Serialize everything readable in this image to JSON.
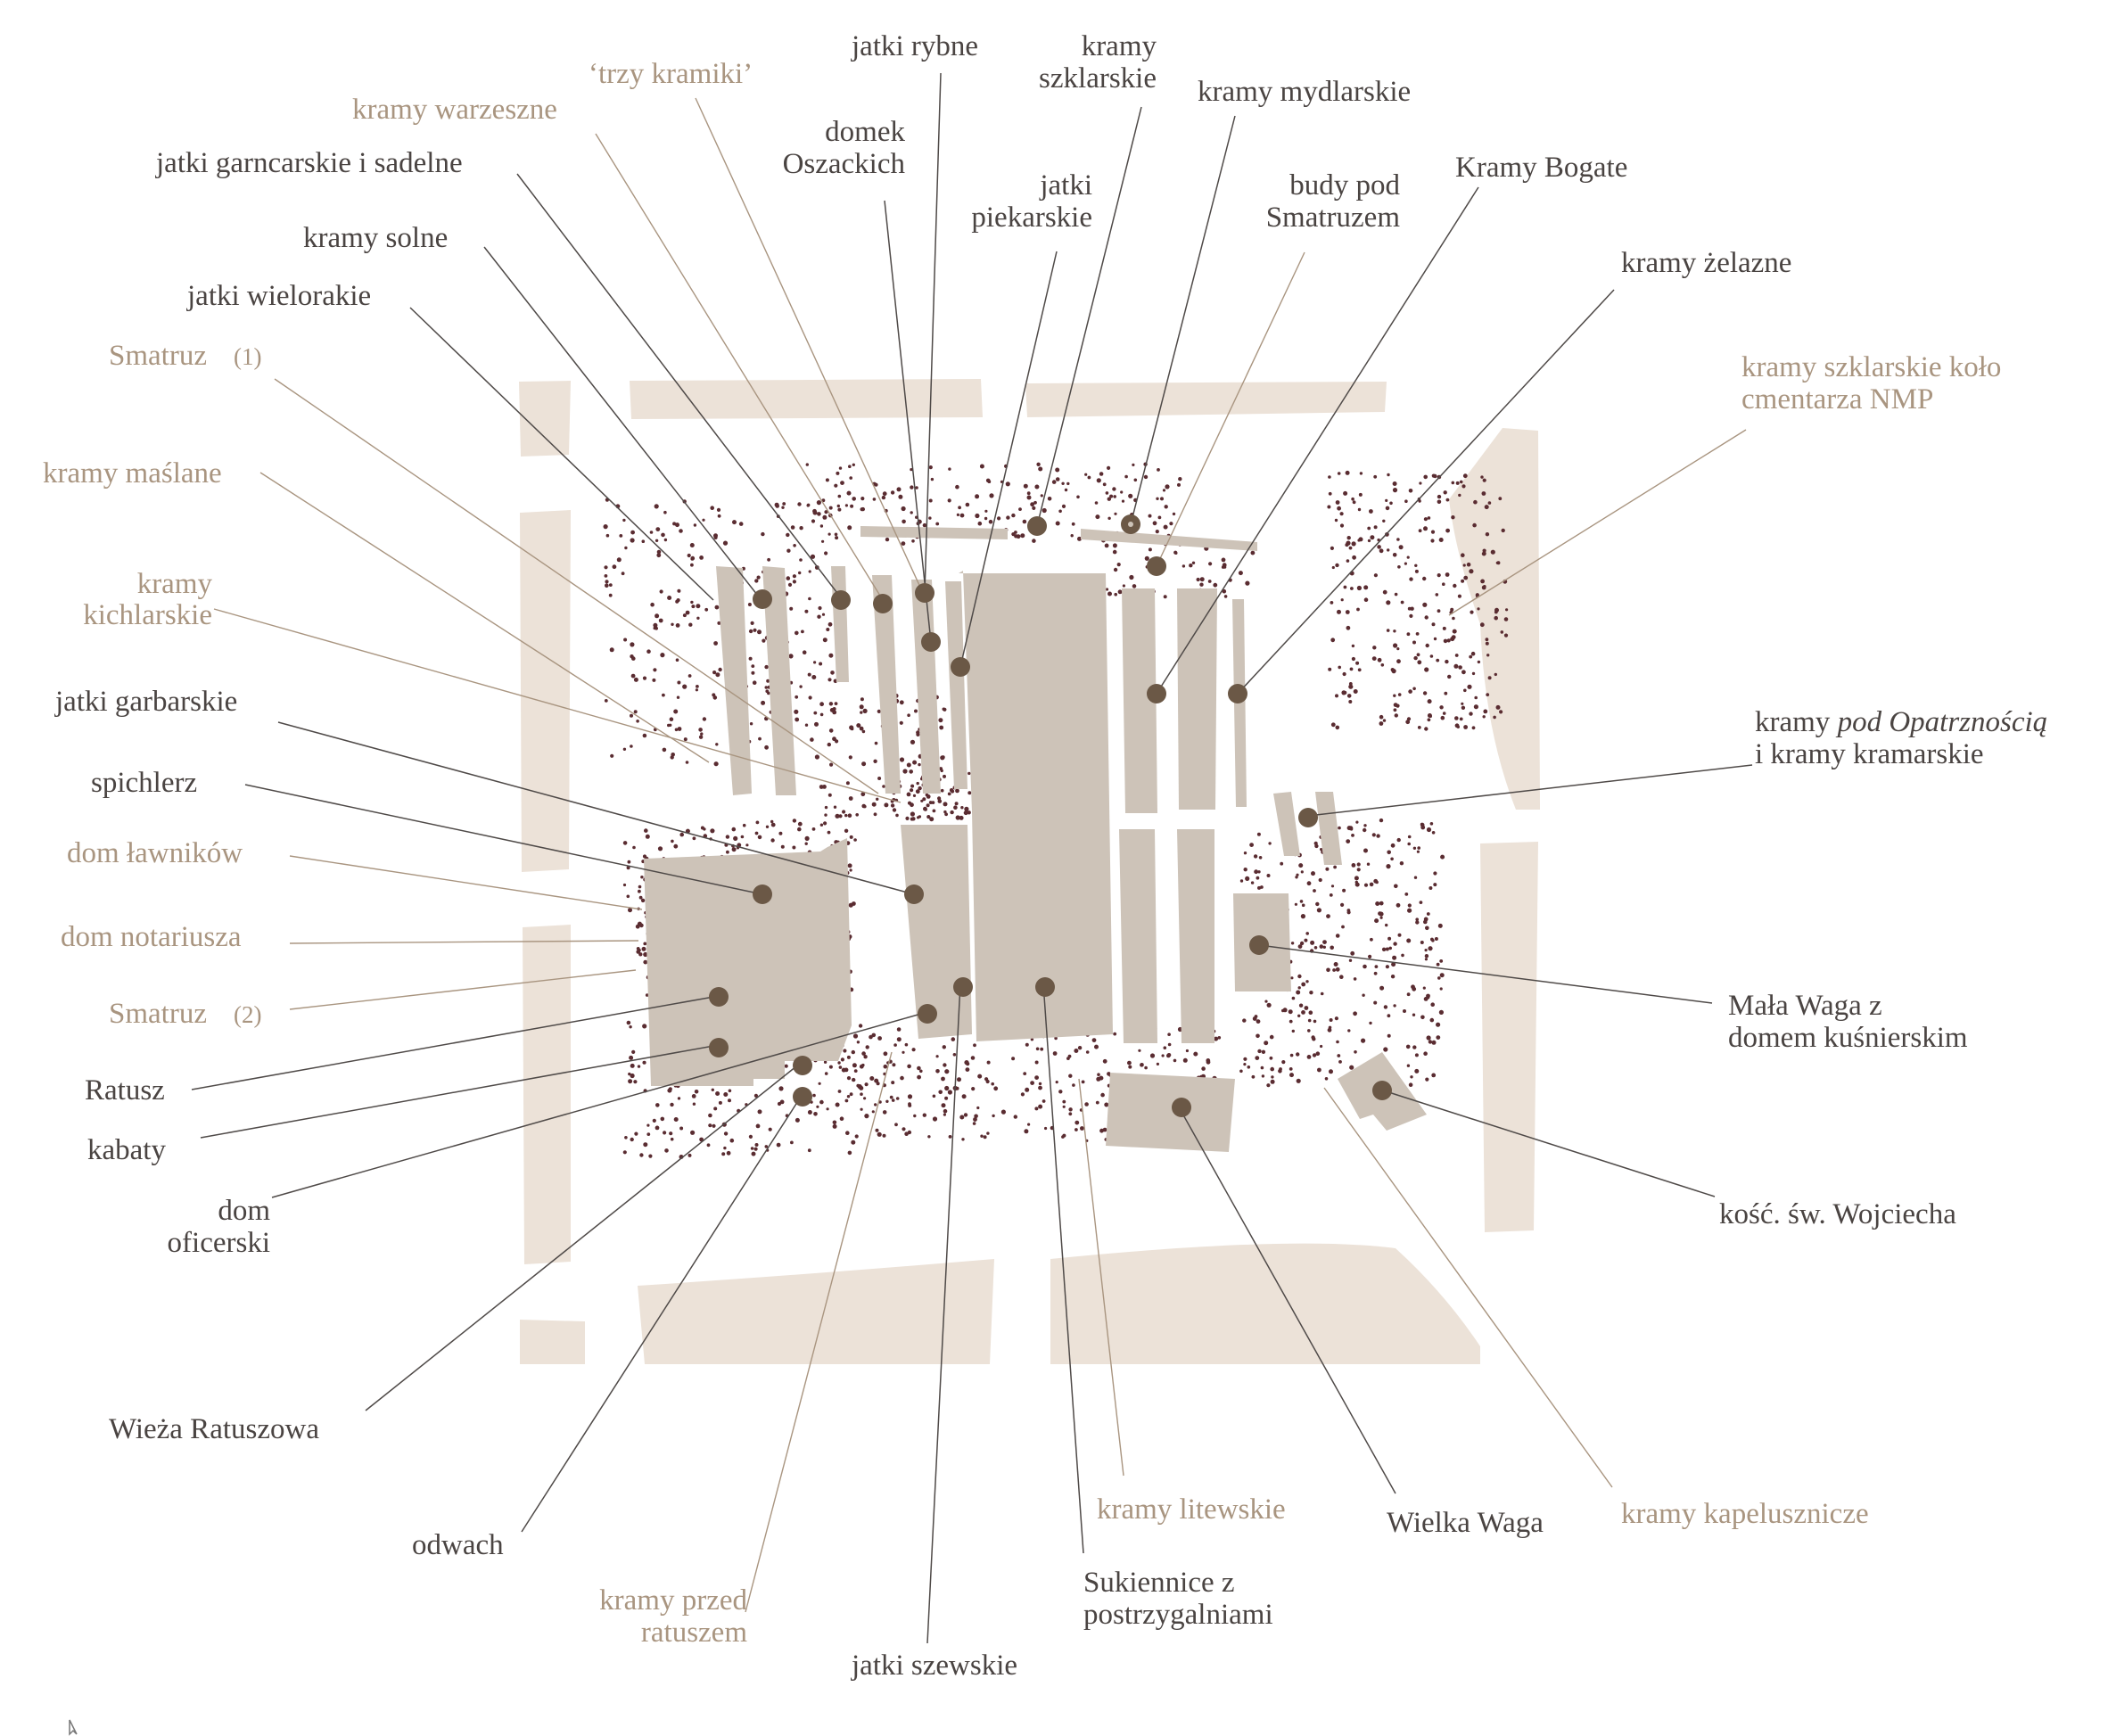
{
  "colors": {
    "dark_label": "#4a4442",
    "light_label": "#a99580",
    "building": "#cdc3b8",
    "street_frame": "#ece2d8",
    "marker": "#6b5846",
    "stall_dots": "#5a2c31"
  },
  "icons": {
    "marker": "filled-circle-marker-icon",
    "cursor": "mouse-pointer-icon"
  },
  "labels": {
    "jatki_rybne": "jatki rybne",
    "trzy_kramiki": "‘trzy kramiki’",
    "kramy_szklarskie_1": "kramy",
    "kramy_szklarskie_2": "szklarskie",
    "kramy_mydlarskie": "kramy mydlarskie",
    "kramy_warzeszne": "kramy warzeszne",
    "domek_oszackich_1": "domek",
    "domek_oszackich_2": "Oszackich",
    "jatki_garncarskie": "jatki garncarskie i sadelne",
    "jatki_piekarskie_1": "jatki",
    "jatki_piekarskie_2": "piekarskie",
    "budy_pod_1": "budy pod",
    "budy_pod_2": "Smatruzem",
    "kramy_bogate": "Kramy Bogate",
    "kramy_solne": "kramy solne",
    "kramy_zelazne": "kramy żelazne",
    "jatki_wielorakie": "jatki wielorakie",
    "smatruz_1": "Smatruz",
    "smatruz_1_num": "(1)",
    "kramy_szklarskie_nmp_1": "kramy szklarskie koło",
    "kramy_szklarskie_nmp_2": "cmentarza NMP",
    "kramy_maslane": "kramy maślane",
    "kramy_kichlarskie_1": "kramy",
    "kramy_kichlarskie_2": "kichlarskie",
    "jatki_garbarskie": "jatki garbarskie",
    "kramy_pod_opatrznoscia_a": "kramy ",
    "kramy_pod_opatrznoscia_b": "pod Opatrznością",
    "kramy_kramarskie": "i kramy kramarskie",
    "spichlerz": "spichlerz",
    "dom_lawnikow": "dom ławników",
    "dom_notariusza": "dom notariusza",
    "mala_waga_1": "Mała Waga z",
    "mala_waga_2": "domem kuśnierskim",
    "smatruz_2": "Smatruz",
    "smatruz_2_num": "(2)",
    "ratusz": "Ratusz",
    "kabaty": "kabaty",
    "dom_oficerski_1": "dom",
    "dom_oficerski_2": "oficerski",
    "kosc_wojciecha": "kość. św. Wojciecha",
    "wieza_ratuszowa": "Wieża Ratuszowa",
    "odwach": "odwach",
    "kramy_przed_1": "kramy przed",
    "kramy_przed_2": "ratuszem",
    "jatki_szewskie": "jatki szewskie",
    "sukiennice_1": "Sukiennice z",
    "sukiennice_2": "postrzygalniami",
    "kramy_litewskie": "kramy litewskie",
    "wielka_waga": "Wielka Waga",
    "kramy_kapelusznicze": "kramy kapelusznicze"
  }
}
